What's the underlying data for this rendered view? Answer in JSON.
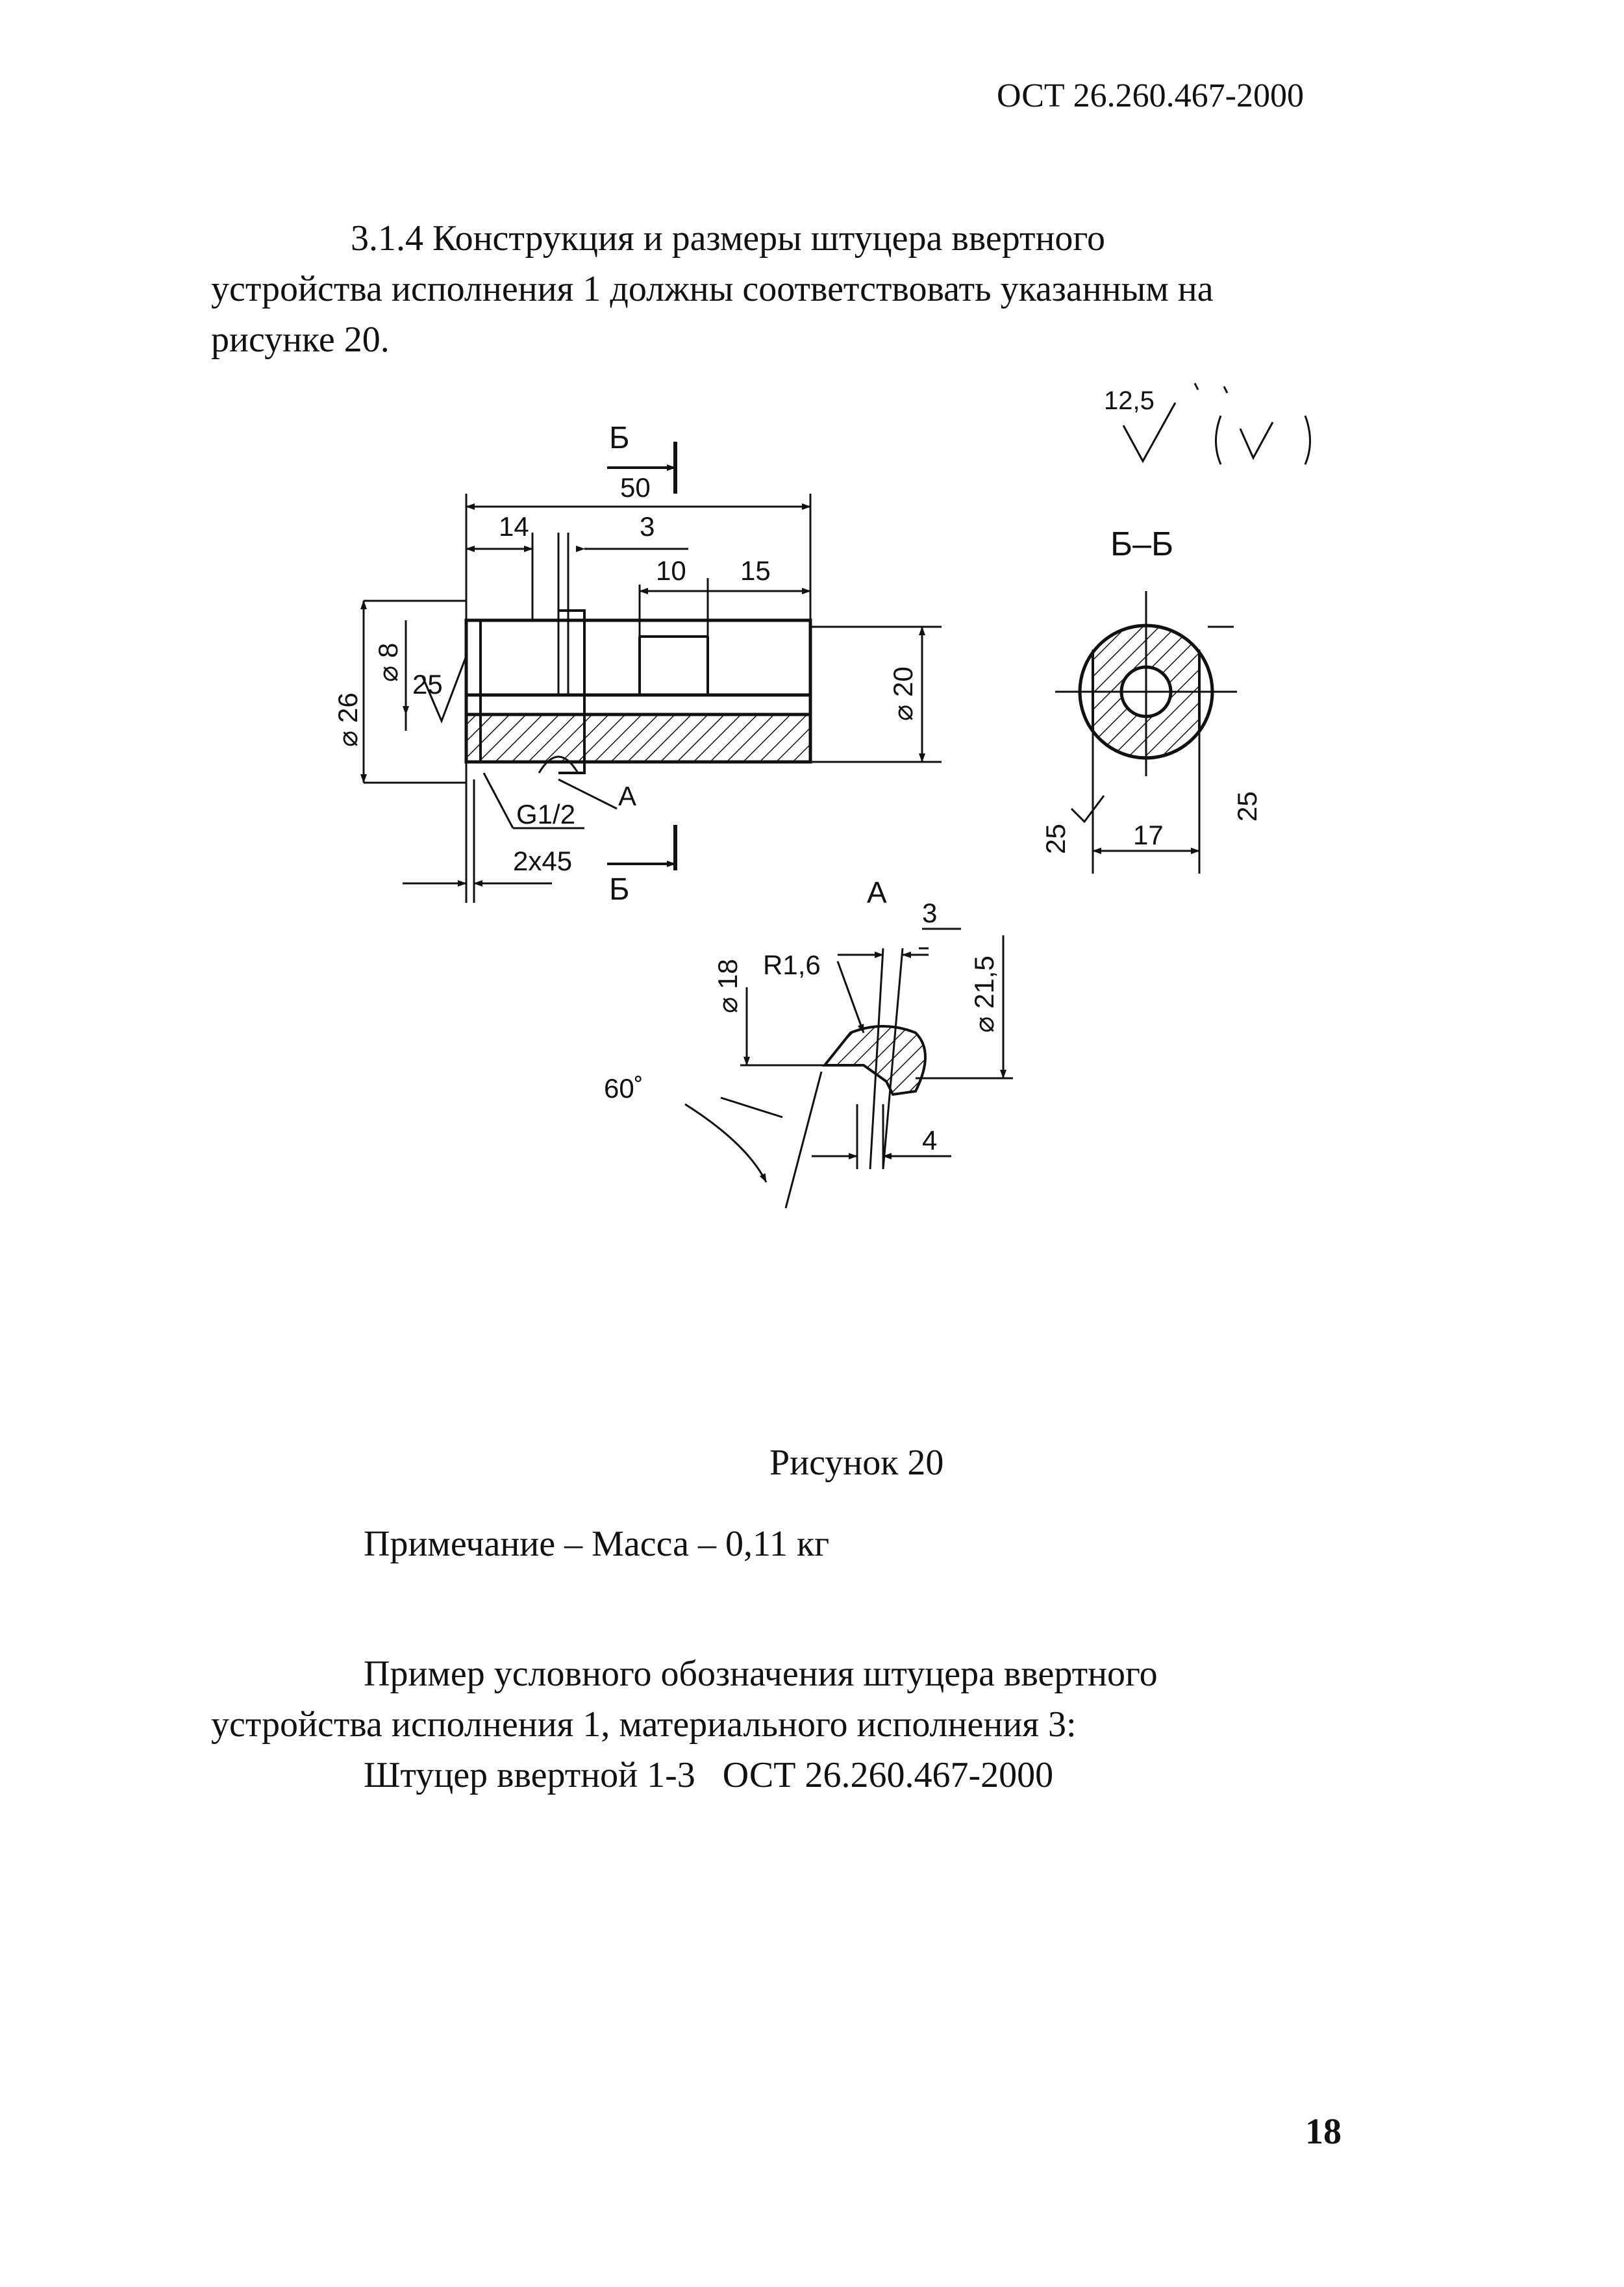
{
  "header": {
    "doc_code": "ОСТ 26.260.467-2000"
  },
  "body": {
    "para_line1": "3.1.4 Конструкция и размеры штуцера ввертного",
    "para_line2": "устройства исполнения 1 должны соответствовать указанным на",
    "para_line3": "рисунке 20."
  },
  "drawing": {
    "section_mark": "Б",
    "section_title": "Б–Б",
    "detail_label": "А",
    "roughness_main": "12,5",
    "dims": {
      "len_total": "50",
      "len_14": "14",
      "len_3": "3",
      "len_10": "10",
      "len_15": "15",
      "dia_26": "⌀ 26",
      "dia_8": "⌀ 8",
      "rough_25": "25",
      "dia_20": "⌀ 20",
      "thread": "G1/2",
      "chamfer": "2x45",
      "sec_17": "17",
      "sec_25_v": "25",
      "sec_rough_25": "25",
      "det_3": "3",
      "det_r": "R1,6",
      "det_dia18": "⌀ 18",
      "det_dia215": "⌀ 21,5",
      "det_angle": "60˚",
      "det_4": "4"
    }
  },
  "caption": "Рисунок 20",
  "note": "Примечание – Масса – 0,11 кг",
  "example": {
    "line1": "Пример условного обозначения штуцера ввертного",
    "line2": "устройства исполнения 1, материального исполнения 3:",
    "line3": "Штуцер ввертной 1-3   ОСТ 26.260.467-2000"
  },
  "page_number": "18"
}
